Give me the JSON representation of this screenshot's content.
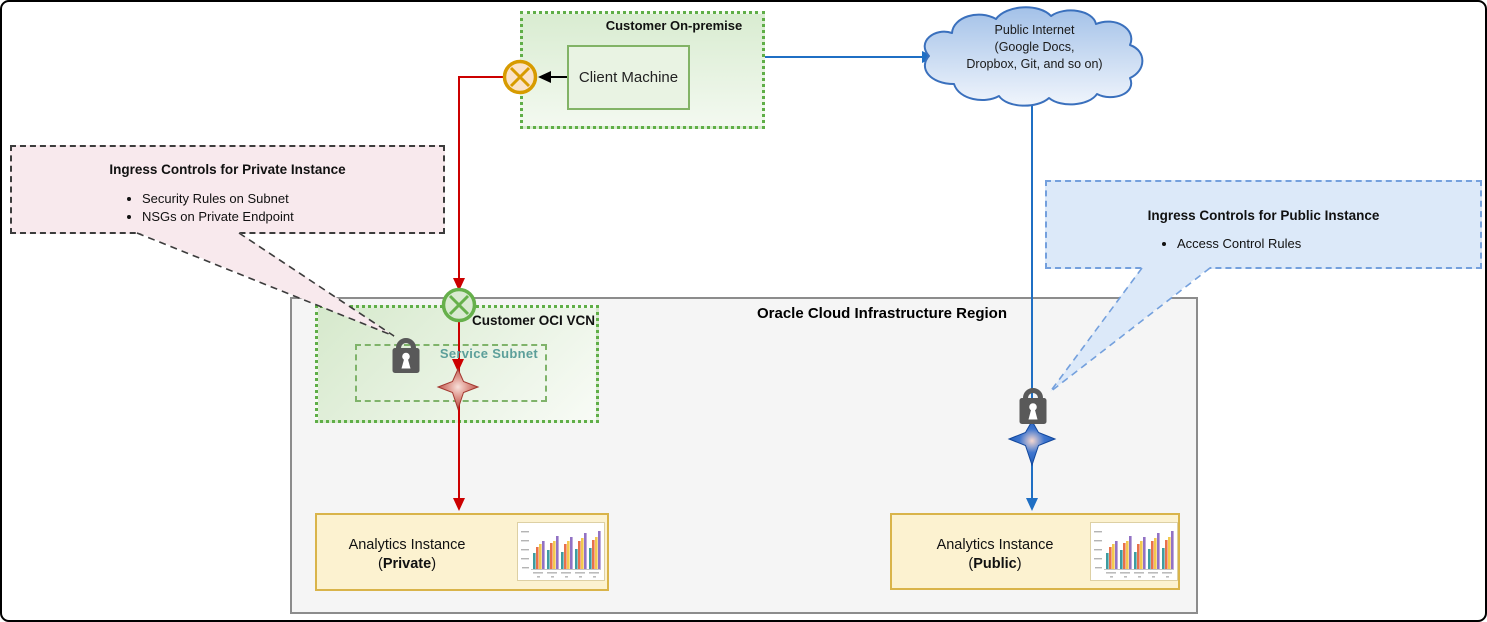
{
  "onpremise": {
    "title": "Customer On-premise",
    "client_machine": "Client Machine"
  },
  "cloud": {
    "line1": "Public Internet",
    "line2": "(Google Docs,",
    "line3": "Dropbox, Git, and so on)"
  },
  "callout_private": {
    "title": "Ingress Controls for Private Instance",
    "bullets": [
      "Security Rules on Subnet",
      "NSGs on Private Endpoint"
    ]
  },
  "callout_public": {
    "title": "Ingress Controls for Public Instance",
    "bullets": [
      "Access Control Rules"
    ]
  },
  "region": {
    "title": "Oracle Cloud Infrastructure Region"
  },
  "vcn": {
    "title": "Customer OCI VCN",
    "subnet": "Service Subnet"
  },
  "instances": {
    "private": {
      "line1": "Analytics Instance",
      "open": "(",
      "name": "Private",
      "close": ")"
    },
    "public": {
      "line1": "Analytics Instance",
      "open": "(",
      "name": "Public",
      "close": ")"
    }
  },
  "icons": {
    "crossed_circle": "⊗",
    "lock": "🔒",
    "sparkle": "✦",
    "cloud": "☁",
    "bar_chart": "📊",
    "arrow": "→"
  },
  "colors": {
    "red_flow": "#cc0000",
    "blue_flow": "#1f6fc4",
    "green_border": "#5fae47",
    "client_border": "#82b366",
    "orange_icon": "#d79b00",
    "instance_border": "#d9b44a",
    "instance_fill": "#fcf2d0",
    "region_border": "#8c8c8c",
    "region_fill": "#f5f5f5",
    "pink_callout_fill": "#f8e9ed",
    "blue_callout_fill": "#dce9f9",
    "subnet_label": "#5c9f9a",
    "lock_gray": "#595959"
  }
}
